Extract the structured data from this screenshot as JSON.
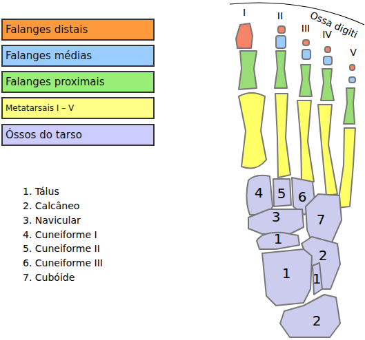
{
  "diagram": {
    "labels": [
      "Ossa digiti",
      "I",
      "II",
      "III",
      "IV",
      "V",
      "1. Tálus",
      "2. Calcâneo",
      "3. Navicular",
      "4. Cuneiforme I",
      "5. Cuneiforme II",
      "6. Cuneiforme III",
      "7. Cubóide",
      "4",
      "5",
      "6",
      "3",
      "7",
      "1",
      "2",
      "1",
      "1",
      "2"
    ],
    "legend": [
      {
        "text": "Falanges distais",
        "color": "#ff9a3c"
      },
      {
        "text": "Falanges médias",
        "color": "#99ccff"
      },
      {
        "text": "Falanges proximais",
        "color": "#99ee77"
      },
      {
        "text": "Metatarsais I – V",
        "color": "#ffff88"
      },
      {
        "text": "Óssos do tarso",
        "color": "#ccccff"
      }
    ]
  }
}
